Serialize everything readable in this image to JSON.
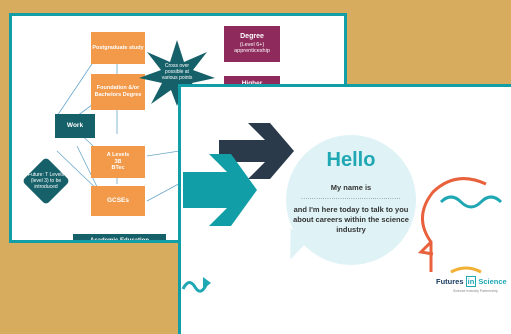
{
  "back_slide": {
    "postgraduate": "Postgraduate study",
    "foundation": "Foundation &/or Bachelors Degree",
    "work": "Work",
    "a_levels": [
      "A Levels",
      "3B",
      "BTec"
    ],
    "gcses": "GCSEs",
    "cross_over": "Cross over possible at various points",
    "degree_title": "Degree",
    "degree_level": "(Level 6+)",
    "degree_type": "apprenticeship",
    "higher": "Higher",
    "future_t_levels": "Future: T Levels (level 3) to be introduced",
    "academic_education": "Academic Education"
  },
  "front_slide": {
    "hello": "Hello",
    "my_name_is": "My name is",
    "dots": "..............................................",
    "here_today": "and I'm here today to talk to you about careers within the science industry",
    "brand_futures": "Futures",
    "brand_in": "in",
    "brand_science": "Science",
    "brand_tagline": "Science Industry Partnership"
  },
  "colors": {
    "background": "#d8ac5e",
    "teal": "#129ea6",
    "dark_teal": "#16606a",
    "orange": "#f2994a",
    "plum": "#8e2a5c",
    "navy": "#2b3a4a"
  }
}
